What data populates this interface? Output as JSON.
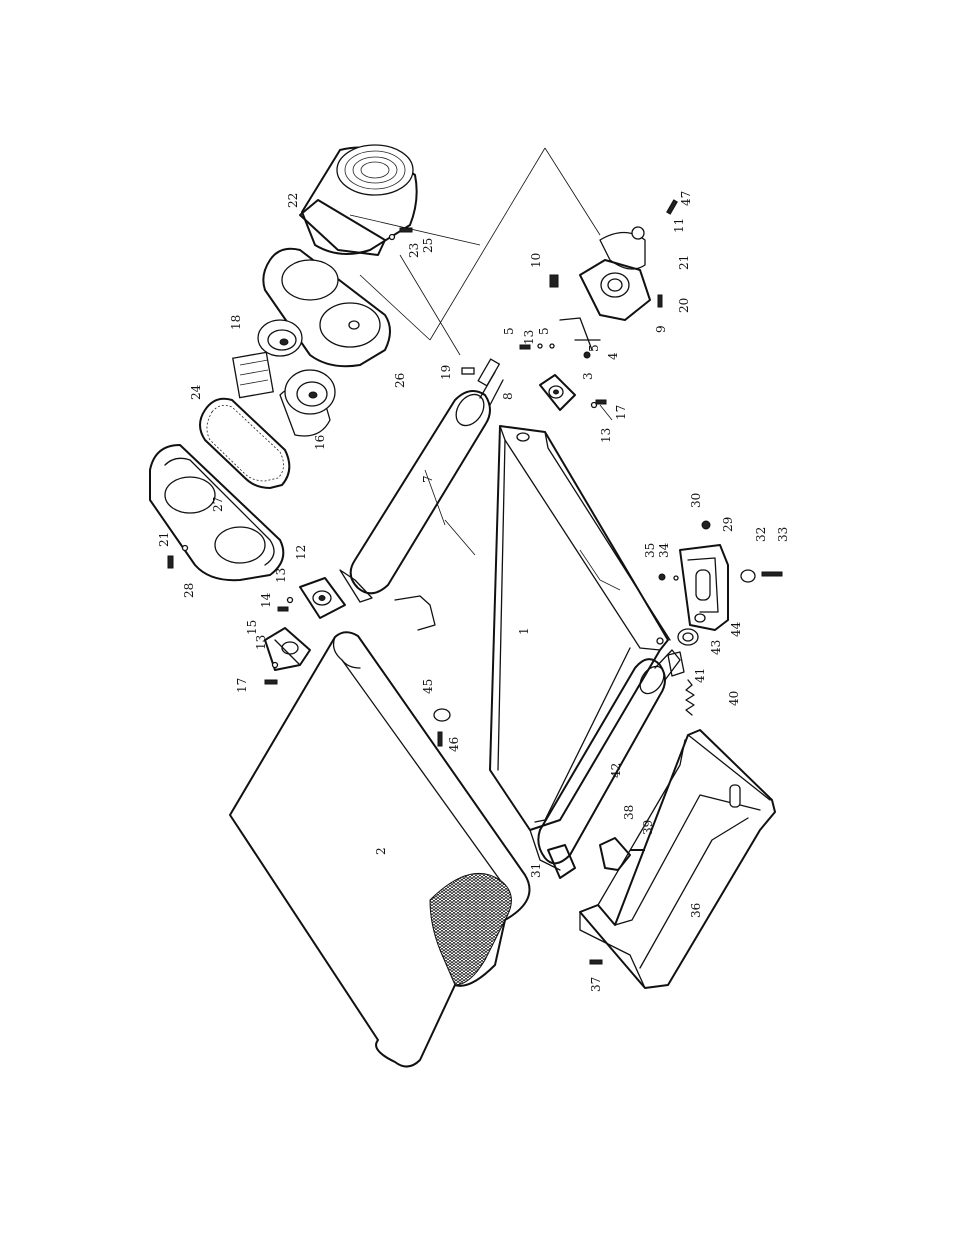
{
  "labels": {
    "p1": "1",
    "p2": "2",
    "p3": "3",
    "p4": "4",
    "p5a": "5",
    "p5b": "5",
    "p5c": "5",
    "p7": "7",
    "p8": "8",
    "p9": "9",
    "p10": "10",
    "p11": "11",
    "p12": "12",
    "p13a": "13",
    "p13b": "13",
    "p13c": "13",
    "p13d": "13",
    "p14": "14",
    "p15": "15",
    "p16": "16",
    "p17a": "17",
    "p17b": "17",
    "p18": "18",
    "p19": "19",
    "p20": "20",
    "p21a": "21",
    "p21b": "21",
    "p22": "22",
    "p23": "23",
    "p24": "24",
    "p25": "25",
    "p26": "26",
    "p27": "27",
    "p28": "28",
    "p29": "29",
    "p30": "30",
    "p31": "31",
    "p32": "32",
    "p33": "33",
    "p34": "34",
    "p35": "35",
    "p36": "36",
    "p37": "37",
    "p38": "38",
    "p39": "39",
    "p40": "40",
    "p41": "41",
    "p42": "42",
    "p43": "43",
    "p44": "44",
    "p45": "45",
    "p46": "46",
    "p47": "47"
  }
}
